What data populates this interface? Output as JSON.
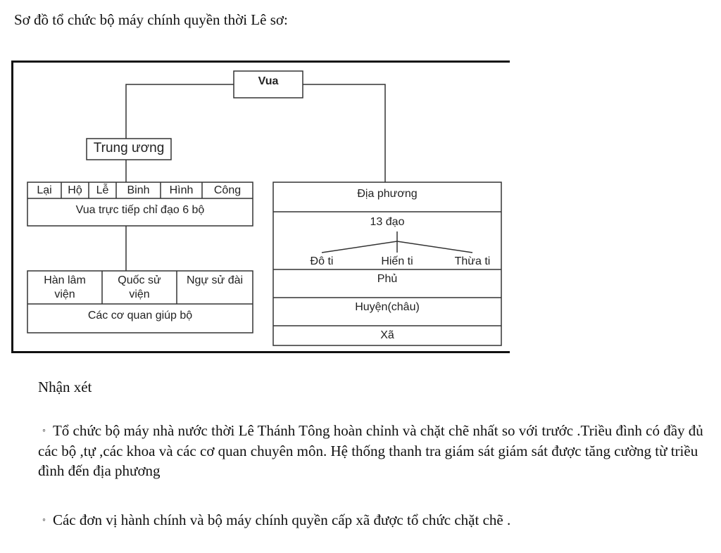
{
  "heading": "Sơ đồ tổ chức bộ máy chính quyền thời Lê sơ:",
  "diagram": {
    "king": "Vua",
    "central": "Trung ương",
    "ministries": [
      "Lại",
      "Hộ",
      "Lễ",
      "Binh",
      "Hình",
      "Công"
    ],
    "ministries_note": "Vua trực tiếp chỉ đạo 6 bộ",
    "agencies": [
      {
        "line1": "Hàn lâm",
        "line2": "viện"
      },
      {
        "line1": "Quốc sử",
        "line2": "viện"
      },
      {
        "line1": "Ngự sử đài",
        "line2": ""
      }
    ],
    "agencies_note": "Các cơ quan giúp bộ",
    "local": "Địa phương",
    "provinces": "13 đạo",
    "offices": [
      "Đô ti",
      "Hiến ti",
      "Thừa ti"
    ],
    "prefecture": "Phủ",
    "district": "Huyện(châu)",
    "commune": "Xã"
  },
  "notes": {
    "title": "Nhận xét",
    "bullet_symbol": "◦",
    "items": [
      "Tổ chức bộ máy nhà nước thời Lê Thánh Tông hoàn chỉnh và chặt chẽ nhất so với trước .Triều đình có đầy đủ các bộ ,tự ,các khoa và các cơ quan chuyên môn. Hệ thống thanh tra giám sát giám sát được tăng cường từ triều đình đến địa phương",
      "Các đơn vị hành chính và bộ máy chính quyền cấp xã được tổ chức chặt chẽ ."
    ]
  }
}
